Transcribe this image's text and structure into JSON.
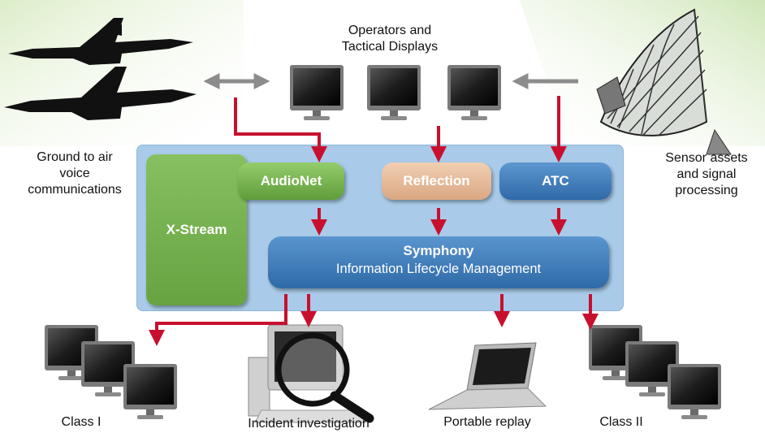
{
  "labels": {
    "operators": "Operators and\nTactical Displays",
    "ground_to_air": "Ground to air\nvoice\ncommunications",
    "sensor_assets": "Sensor assets\nand signal\nprocessing",
    "class_1": "Class I",
    "incident": "Incident investigation",
    "portable": "Portable replay",
    "class_2": "Class II"
  },
  "modules": {
    "xstream": "X-Stream",
    "audionet": "AudioNet",
    "reflection": "Reflection",
    "atc": "ATC",
    "symphony_title": "Symphony",
    "symphony_subtitle": "Information Lifecycle Management"
  },
  "icons": [
    "fighter-jet-icon",
    "radar-dish-icon",
    "monitor-icon",
    "magnifier-icon",
    "laptop-icon",
    "computer-icon"
  ],
  "colors": {
    "arrow_red": "#c8102e",
    "arrow_gray": "#8c8c8c",
    "panel_blue": "#a9cbe9",
    "xstream_green": "#6fab4a",
    "audionet_green": "#7bb955",
    "reflection_peach": "#e8bb98",
    "module_blue": "#3e7cbd"
  }
}
